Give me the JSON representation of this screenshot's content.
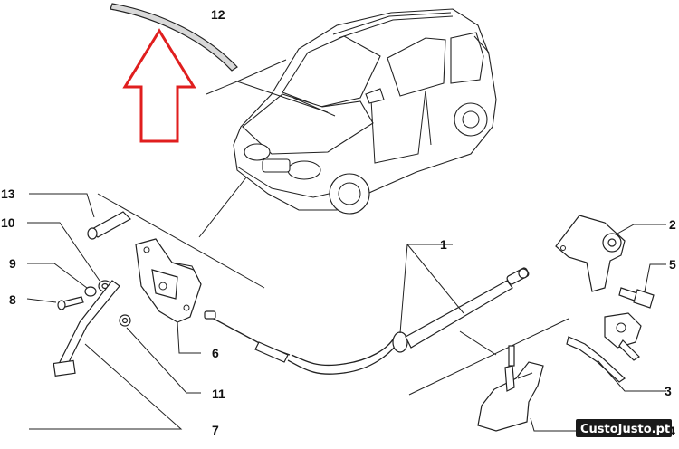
{
  "callouts": {
    "c1": "1",
    "c2": "2",
    "c3": "3",
    "c4": "4",
    "c5": "5",
    "c6": "6",
    "c7": "7",
    "c8": "8",
    "c9": "9",
    "c10": "10",
    "c11": "11",
    "c12": "12",
    "c13": "13"
  },
  "watermark": {
    "text": "CustoJusto.pt"
  },
  "colors": {
    "arrow": "#e01e1e",
    "lines": "#222222",
    "watermark_bg": "#1a1a1a"
  }
}
